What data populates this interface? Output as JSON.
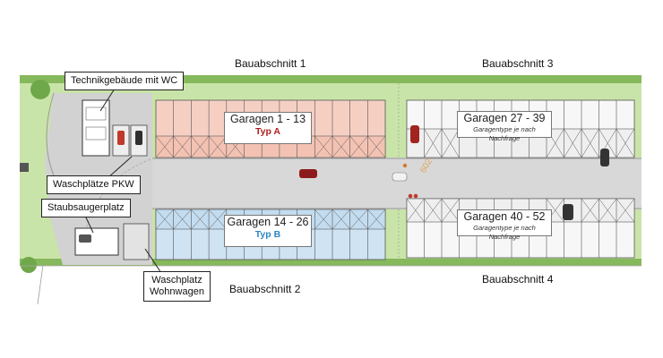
{
  "sections": {
    "s1": "Bauabschnitt 1",
    "s2": "Bauabschnitt 2",
    "s3": "Bauabschnitt 3",
    "s4": "Bauabschnitt 4"
  },
  "facility_labels": {
    "technik": "Technikgebäude mit WC",
    "waschplaetze": "Waschplätze PKW",
    "staubsauger": "Staubsaugerplatz",
    "wohnwagen_line1": "Waschplatz",
    "wohnwagen_line2": "Wohnwagen"
  },
  "garage_blocks": {
    "g1": {
      "title": "Garagen 1 - 13",
      "subtitle": "Typ A"
    },
    "g2": {
      "title": "Garagen 14 - 26",
      "subtitle": "Typ B"
    },
    "g3": {
      "title": "Garagen 27 - 39",
      "note": "Garagentype je nach Nachfrage"
    },
    "g4": {
      "title": "Garagen 40 - 52",
      "note": "Garagentype je nach Nachfrage"
    }
  },
  "colors": {
    "grass": "#c9e4a8",
    "hedge": "#7fb356",
    "road": "#d6d6d6",
    "typ_a_fill": "#f6cfc3",
    "typ_a_text": "#b11d1d",
    "typ_b_fill": "#cfe3f3",
    "typ_b_text": "#2d86c2"
  }
}
